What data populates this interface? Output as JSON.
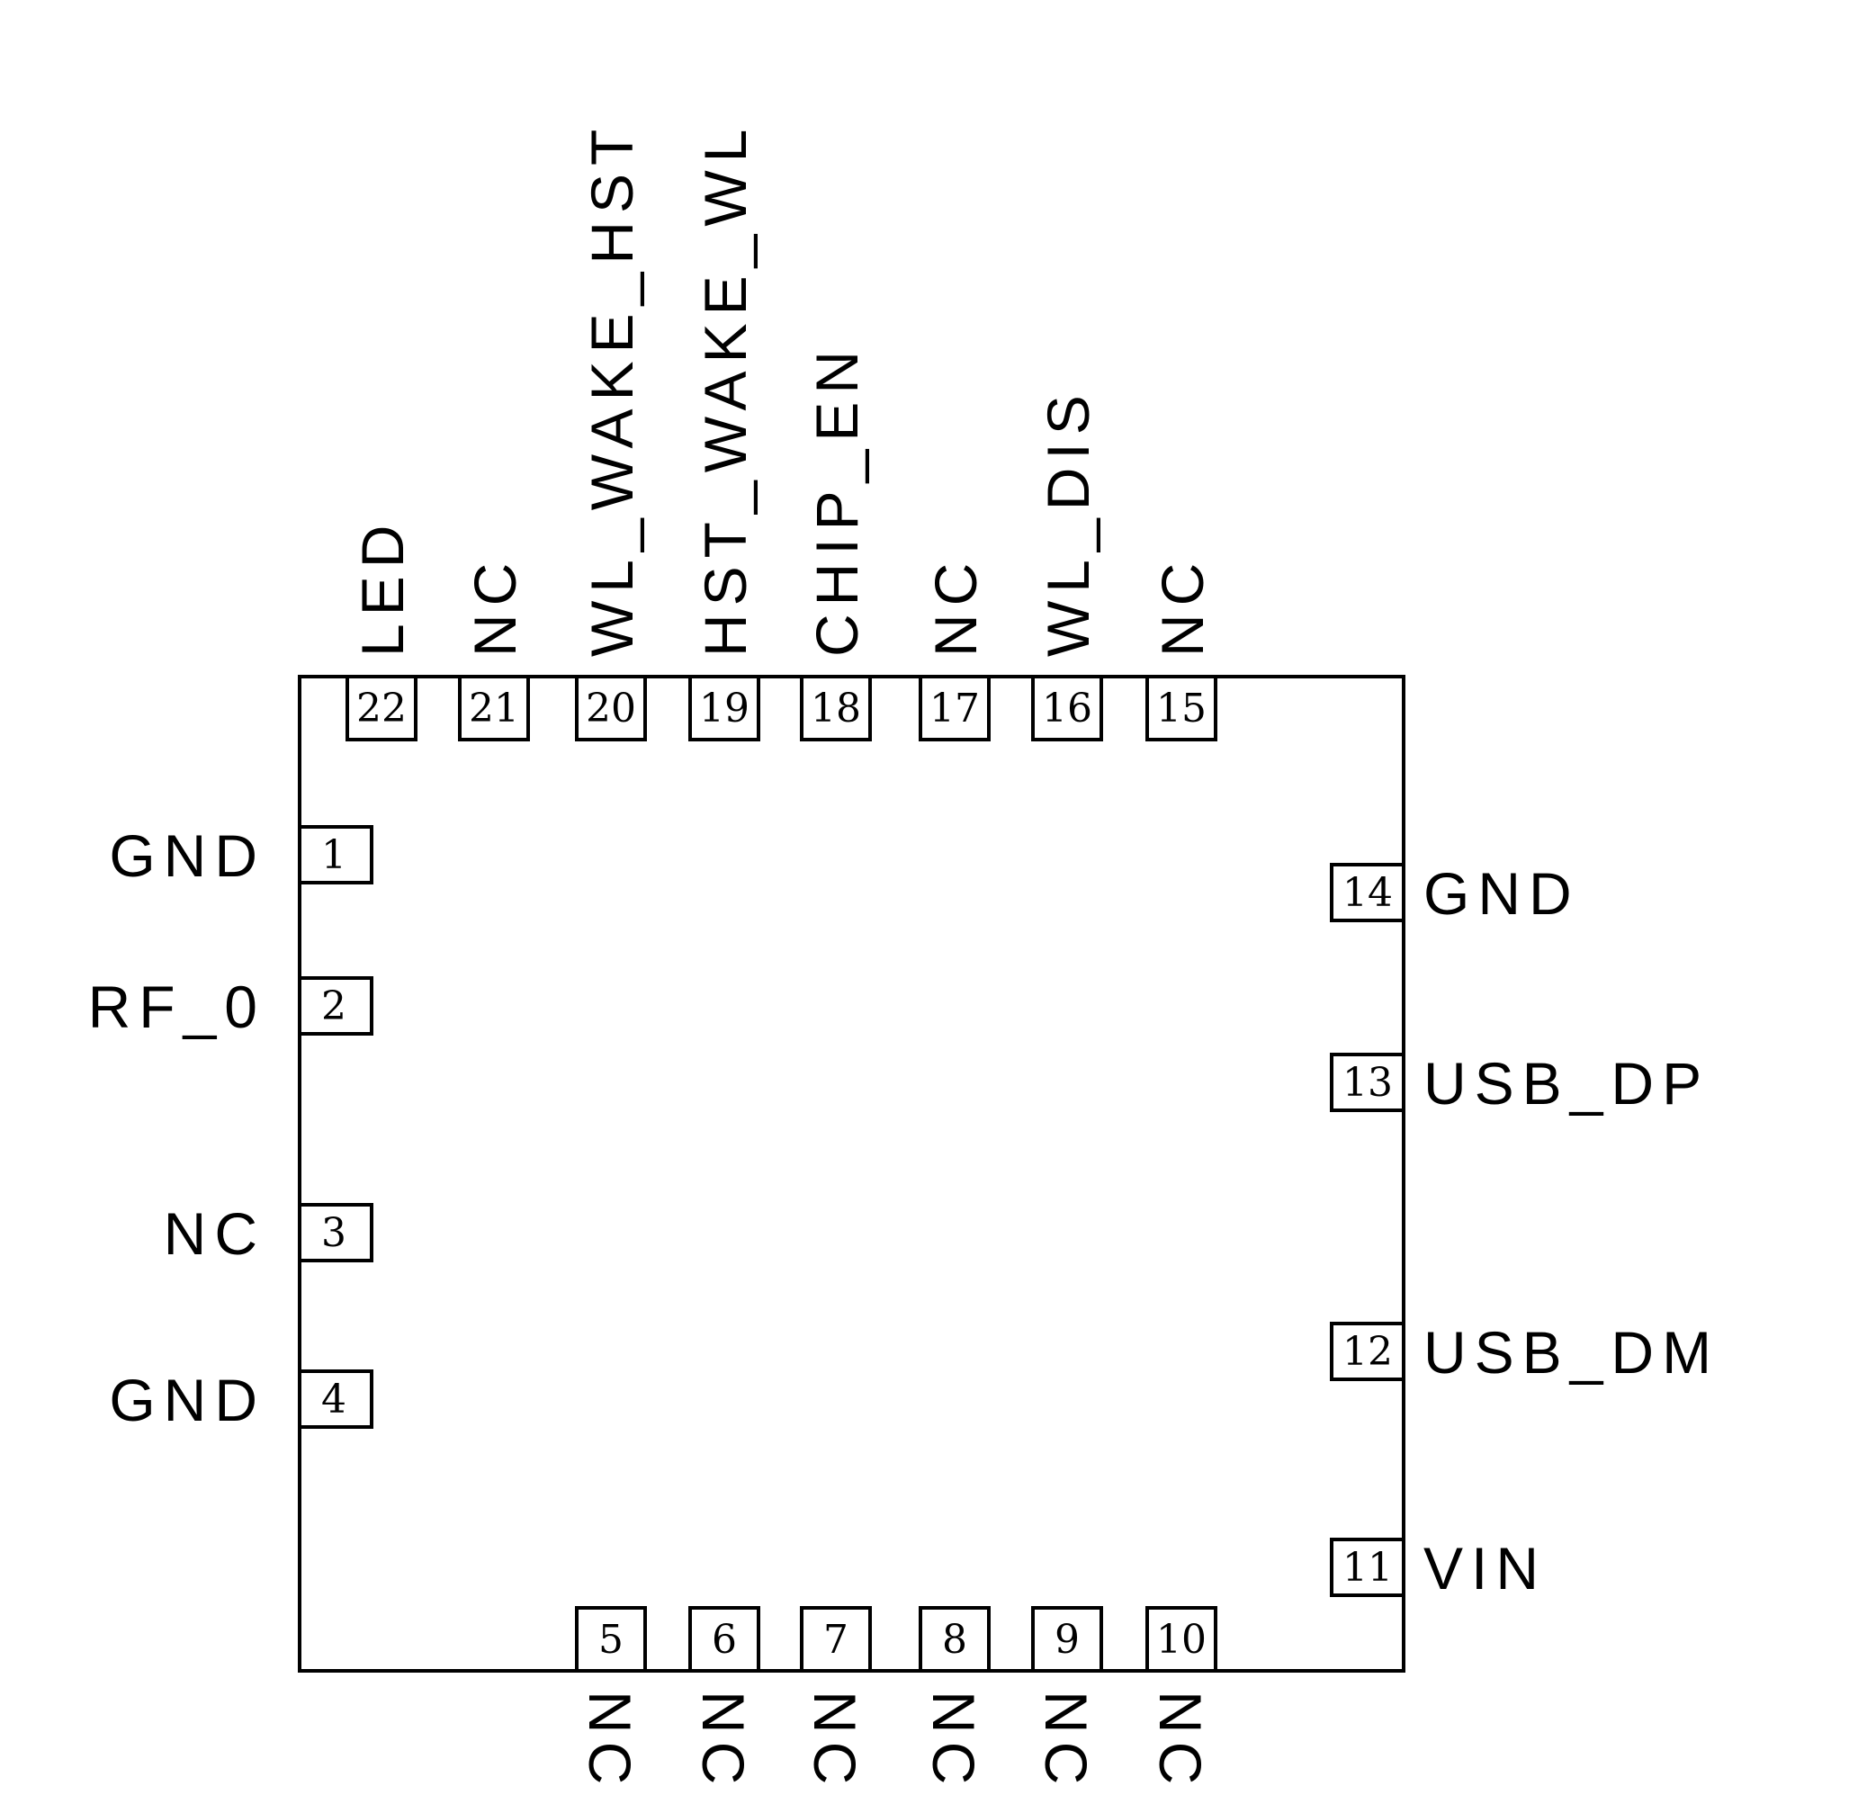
{
  "colors": {
    "stroke": "#000000",
    "background": "#ffffff"
  },
  "pins": [
    {
      "number": "1",
      "name": "GND"
    },
    {
      "number": "2",
      "name": "RF_0"
    },
    {
      "number": "3",
      "name": "NC"
    },
    {
      "number": "4",
      "name": "GND"
    },
    {
      "number": "5",
      "name": "NC"
    },
    {
      "number": "6",
      "name": "NC"
    },
    {
      "number": "7",
      "name": "NC"
    },
    {
      "number": "8",
      "name": "NC"
    },
    {
      "number": "9",
      "name": "NC"
    },
    {
      "number": "10",
      "name": "NC"
    },
    {
      "number": "11",
      "name": "VIN"
    },
    {
      "number": "12",
      "name": "USB_DM"
    },
    {
      "number": "13",
      "name": "USB_DP"
    },
    {
      "number": "14",
      "name": "GND"
    },
    {
      "number": "15",
      "name": "NC"
    },
    {
      "number": "16",
      "name": "WL_DIS"
    },
    {
      "number": "17",
      "name": "NC"
    },
    {
      "number": "18",
      "name": "CHIP_EN"
    },
    {
      "number": "19",
      "name": "HST_WAKE_WL"
    },
    {
      "number": "20",
      "name": "WL_WAKE_HST"
    },
    {
      "number": "21",
      "name": "NC"
    },
    {
      "number": "22",
      "name": "LED"
    }
  ]
}
